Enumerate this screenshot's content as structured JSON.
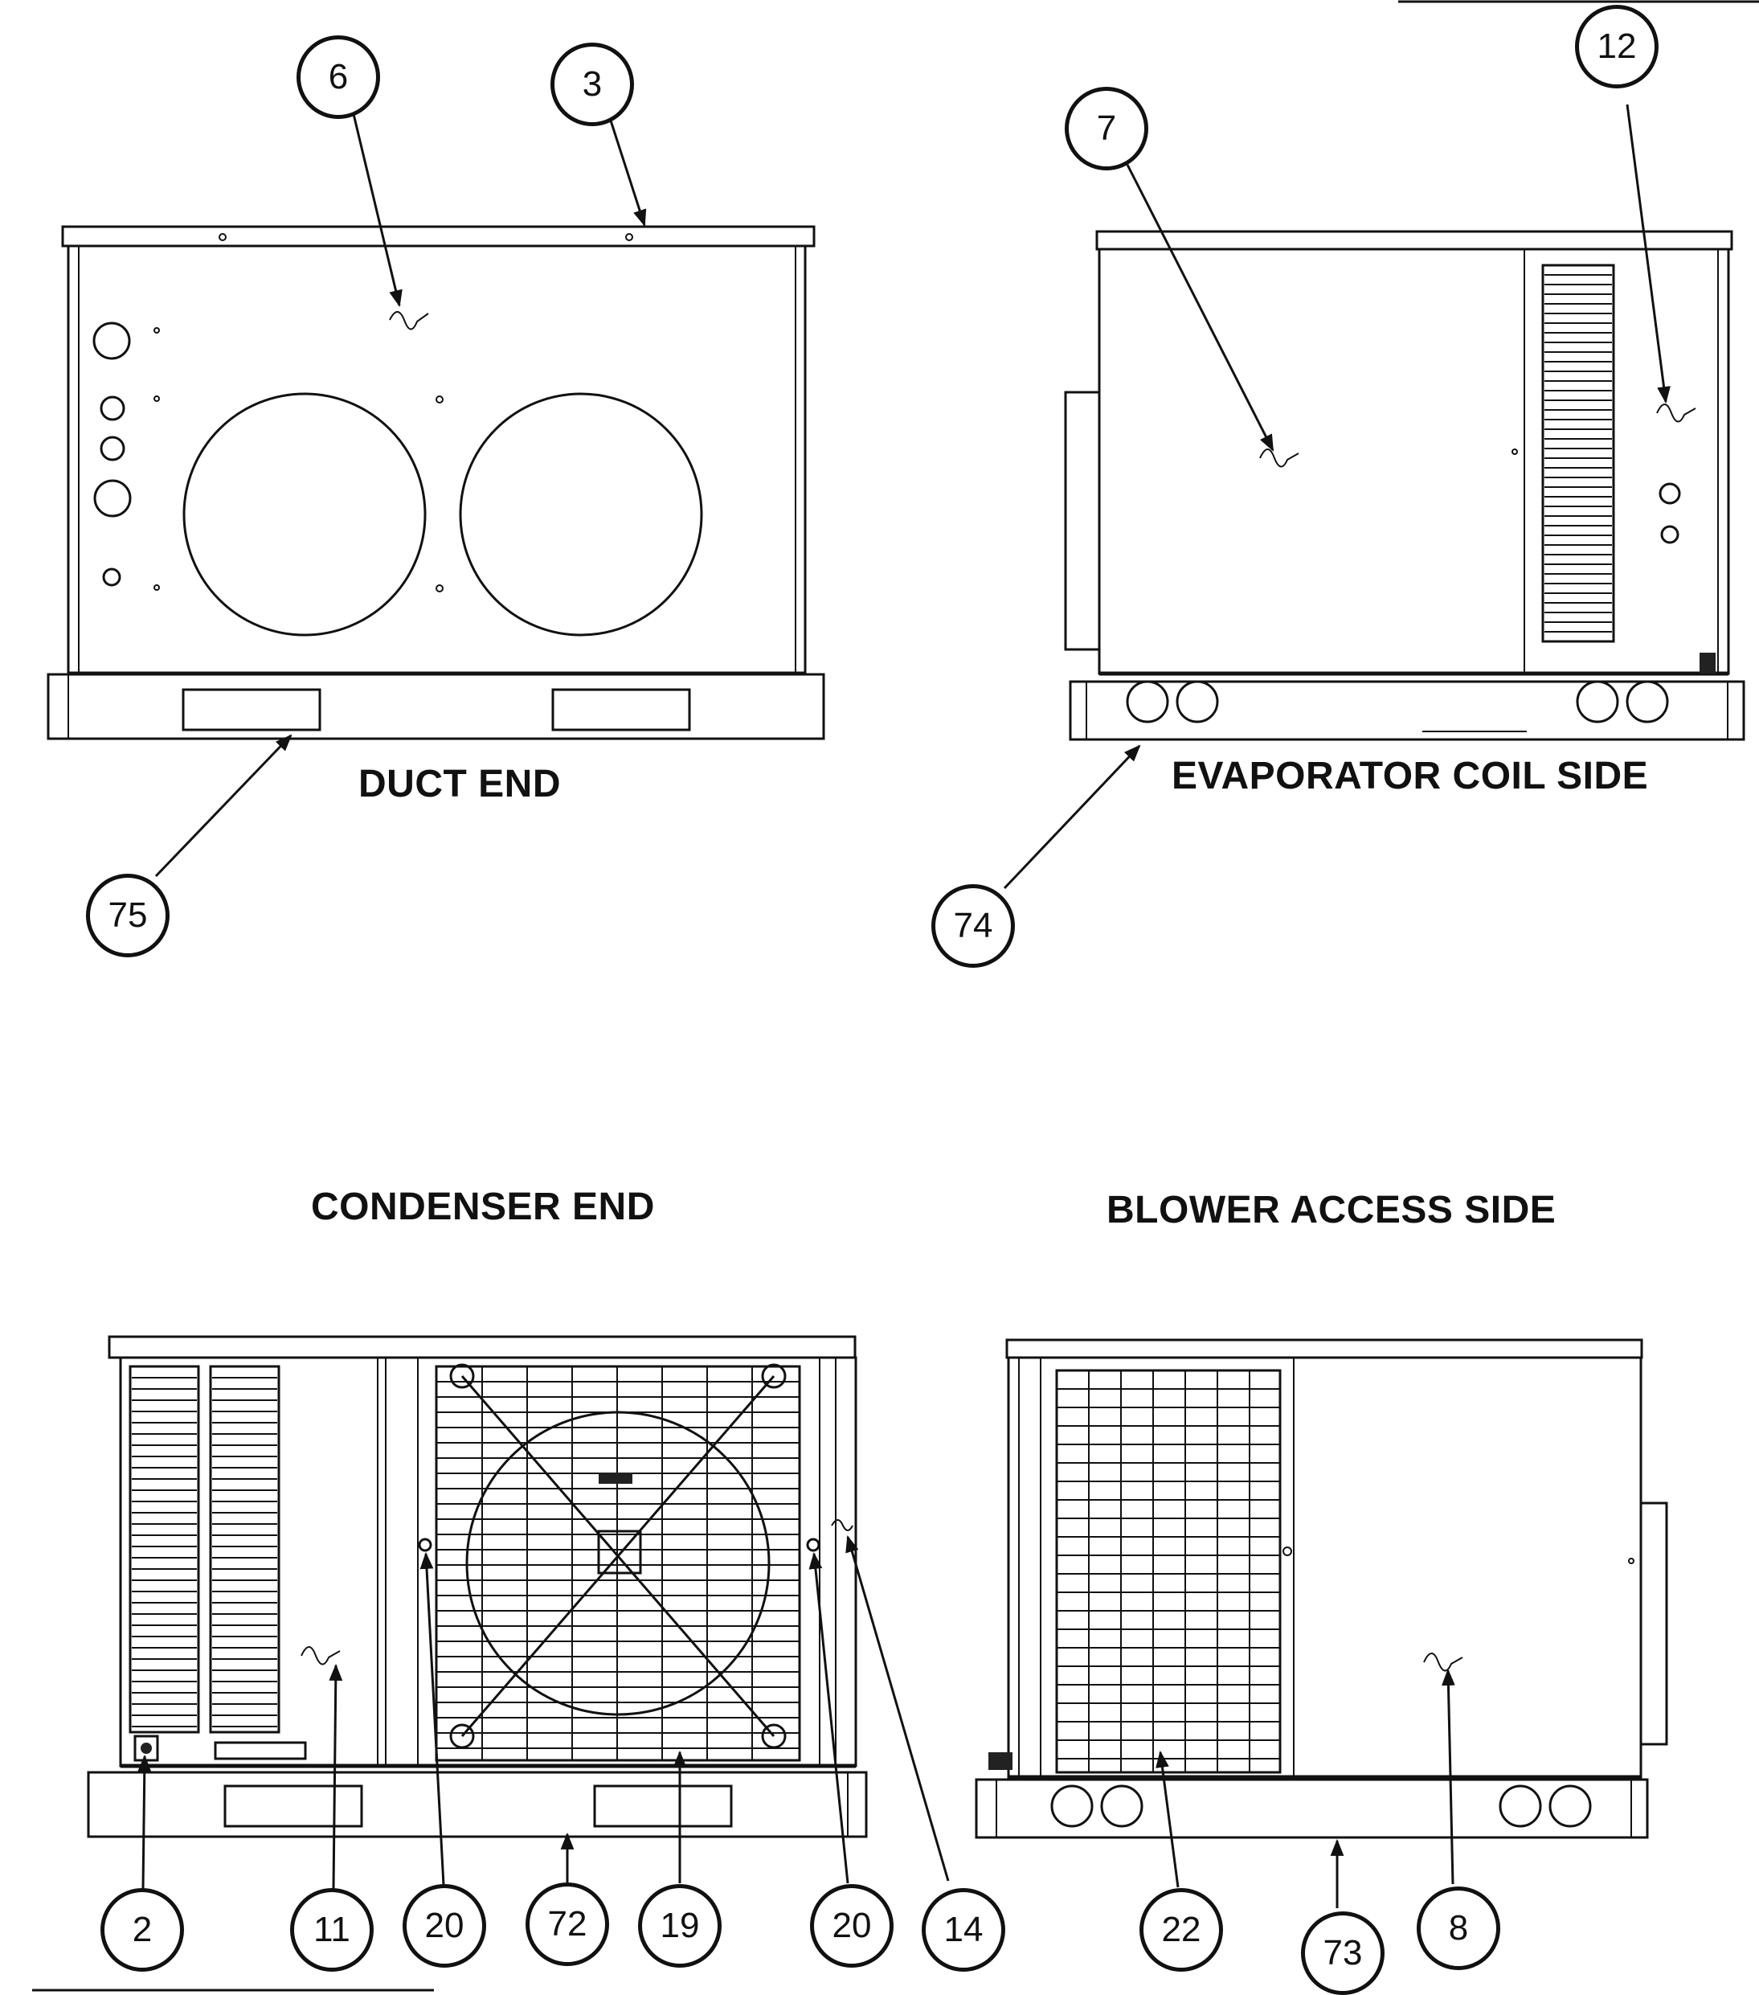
{
  "views": {
    "duct_end": {
      "title": "DUCT END"
    },
    "evaporator_coil_side": {
      "title": "EVAPORATOR COIL SIDE"
    },
    "condenser_end": {
      "title": "CONDENSER END"
    },
    "blower_access_side": {
      "title": "BLOWER ACCESS SIDE"
    }
  },
  "callouts": {
    "c6": "6",
    "c3": "3",
    "c75": "75",
    "c7": "7",
    "c12": "12",
    "c74": "74",
    "c2": "2",
    "c11": "11",
    "c20a": "20",
    "c72": "72",
    "c19": "19",
    "c20b": "20",
    "c14": "14",
    "c22": "22",
    "c73": "73",
    "c8": "8"
  }
}
